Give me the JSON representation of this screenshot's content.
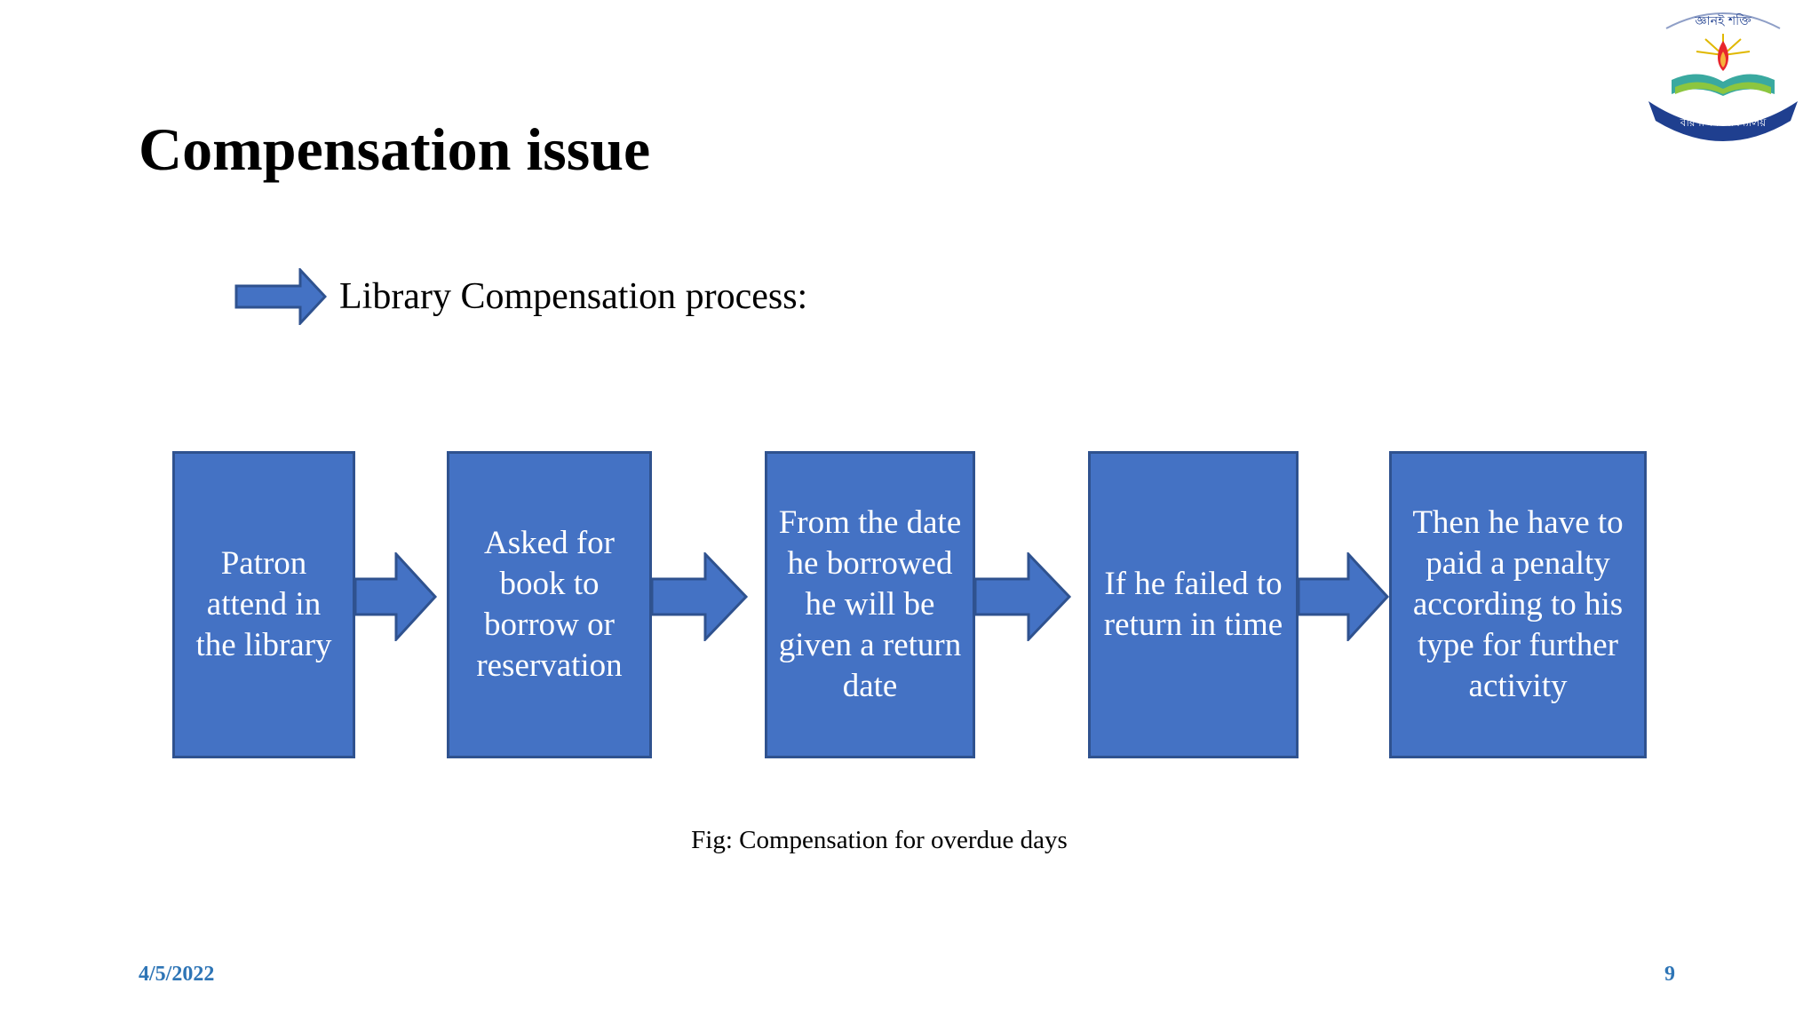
{
  "slide": {
    "title": "Compensation issue",
    "bullet_text": "Library Compensation process:",
    "caption": "Fig: Compensation for overdue days",
    "date": "4/5/2022",
    "page_number": "9"
  },
  "flow": {
    "steps": [
      {
        "label": "Patron attend in the library"
      },
      {
        "label": "Asked for book to borrow or reservation"
      },
      {
        "label": "From the date he borrowed he will be given a return date"
      },
      {
        "label": "If he failed to return in time"
      },
      {
        "label": "Then he have to paid a penalty according to his type for further activity"
      }
    ]
  },
  "logo": {
    "icon": "university-logo",
    "text": "জ্ঞানই শক্তি বরিশাল বিশ্ববিদ্যালয়"
  },
  "colors": {
    "box_fill": "#4472c4",
    "box_border": "#2f528f",
    "arrow_fill": "#4472c4",
    "footer_text": "#2e75b6"
  }
}
